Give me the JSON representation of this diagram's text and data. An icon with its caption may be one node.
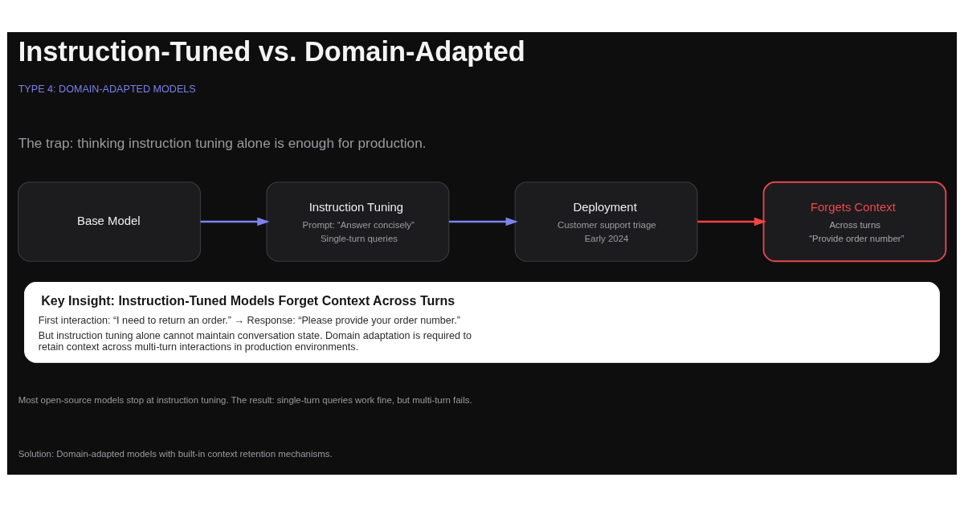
{
  "diagram": {
    "title": "Instruction-Tuned vs. Domain-Adapted",
    "nodes": [
      {
        "text": [
          "Base Model"
        ]
      },
      {
        "text": [
          "Instruction Tuning",
          "Prompt: “Answer concisely”",
          "Single-turn queries"
        ]
      },
      {
        "text": [
          "Deployment",
          "Customer support triage",
          "Early 2024"
        ]
      },
      {
        "text": [
          "Forgets Context",
          "Across turns",
          "“Provide order number”"
        ]
      },
      {
        "text": [
          "Key Insight: Instruction-Tuned Models Forget Context Across Turns",
          "First interaction: “I need to return an order.” → Response: “Please provide your order number.”",
          "But instruction tuning alone cannot maintain conversation state. Domain adaptation is required to retain context across multi-turn interactions in production environments."
        ]
      }
    ],
    "edges": [
      {
        "from": 0,
        "to": 1,
        "arrow": "to"
      },
      {
        "from": 1,
        "to": 2,
        "arrow": "to"
      },
      {
        "from": 2,
        "to": 3,
        "arrow": "to",
        "color": "#ef4444"
      }
    ],
    "labels": [
      "TYPE 4: DOMAIN-ADAPTED MODELS",
      "The trap: thinking instruction tuning alone is enough for production.",
      "Most open-source models stop at instruction tuning. The result: single-turn queries work fine, but multi-turn fails.",
      "Solution: Domain-adapted models with built-in context retention mechanisms."
    ]
  }
}
